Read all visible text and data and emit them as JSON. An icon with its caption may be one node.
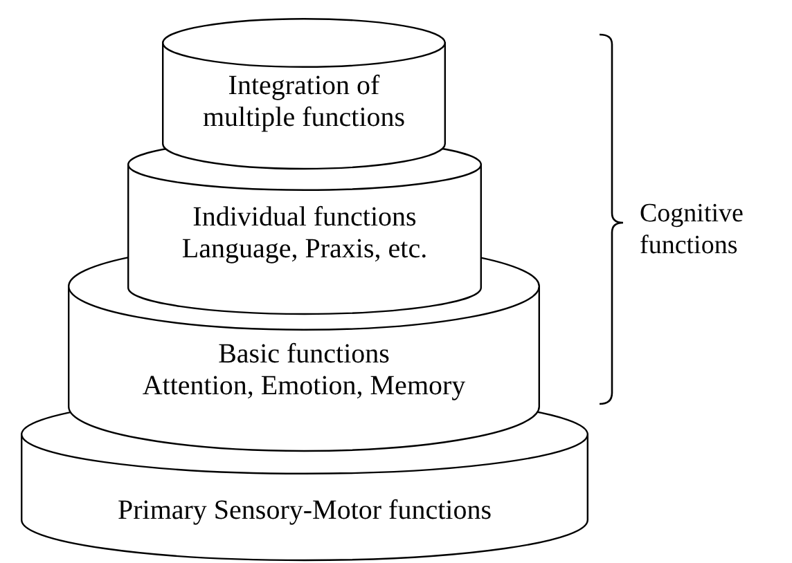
{
  "diagram": {
    "nodes": [
      {
        "text": [
          "Integration of multiple functions"
        ]
      },
      {
        "text": [
          "Individual functions",
          "Language, Praxis, etc."
        ]
      },
      {
        "text": [
          "Basic functions",
          "Attention, Emotion, Memory"
        ]
      },
      {
        "text": [
          "Primary Sensory-Motor functions"
        ]
      }
    ],
    "labels": [
      "Cognitive functions"
    ]
  }
}
